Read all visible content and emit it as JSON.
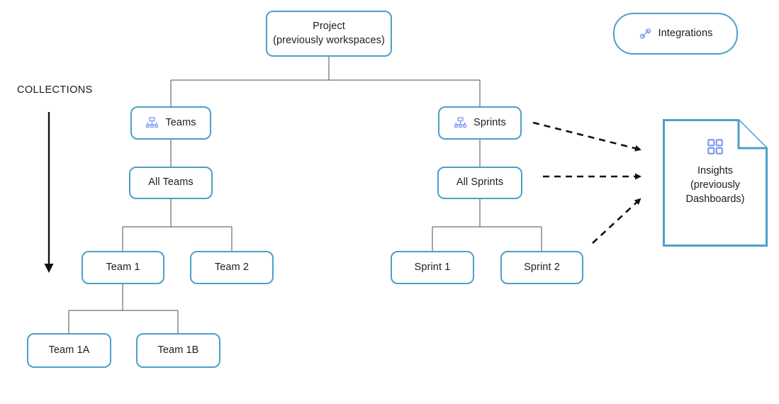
{
  "diagram": {
    "title": "Project hierarchy and collections diagram",
    "colors": {
      "node_border": "#4d9fc8",
      "connector": "#4d4d4d",
      "dashed_arrow": "#111111",
      "icon_blue": "#7b9cf0",
      "text": "#1d1d1d",
      "background": "#ffffff"
    },
    "annotation": {
      "collections_label": "COLLECTIONS",
      "arrow_direction": "down"
    },
    "nodes": {
      "project": {
        "label": "Project\n(previously workspaces)",
        "shape": "rounded-rect"
      },
      "integrations": {
        "label": "Integrations",
        "icon": "link-icon",
        "shape": "pill"
      },
      "teams": {
        "label": "Teams",
        "icon": "hierarchy-icon",
        "shape": "rounded-rect"
      },
      "sprints": {
        "label": "Sprints",
        "icon": "hierarchy-icon",
        "shape": "rounded-rect"
      },
      "all_teams": {
        "label": "All Teams",
        "shape": "rounded-rect"
      },
      "all_sprints": {
        "label": "All Sprints",
        "shape": "rounded-rect"
      },
      "team_1": {
        "label": "Team 1",
        "shape": "rounded-rect"
      },
      "team_2": {
        "label": "Team 2",
        "shape": "rounded-rect"
      },
      "sprint_1": {
        "label": "Sprint 1",
        "shape": "rounded-rect"
      },
      "sprint_2": {
        "label": "Sprint 2",
        "shape": "rounded-rect"
      },
      "team_1a": {
        "label": "Team 1A",
        "shape": "rounded-rect"
      },
      "team_1b": {
        "label": "Team 1B",
        "shape": "rounded-rect"
      },
      "insights": {
        "label": "Insights\n(previously\nDashboards)",
        "icon": "grid-dashboard-icon",
        "shape": "document"
      }
    },
    "edges": [
      {
        "from": "project",
        "to": "teams",
        "style": "solid"
      },
      {
        "from": "project",
        "to": "sprints",
        "style": "solid"
      },
      {
        "from": "teams",
        "to": "all_teams",
        "style": "solid"
      },
      {
        "from": "all_teams",
        "to": "team_1",
        "style": "solid"
      },
      {
        "from": "all_teams",
        "to": "team_2",
        "style": "solid"
      },
      {
        "from": "team_1",
        "to": "team_1a",
        "style": "solid"
      },
      {
        "from": "team_1",
        "to": "team_1b",
        "style": "solid"
      },
      {
        "from": "sprints",
        "to": "all_sprints",
        "style": "solid"
      },
      {
        "from": "all_sprints",
        "to": "sprint_1",
        "style": "solid"
      },
      {
        "from": "all_sprints",
        "to": "sprint_2",
        "style": "solid"
      },
      {
        "from": "sprints",
        "to": "insights",
        "style": "dashed-arrow"
      },
      {
        "from": "all_sprints",
        "to": "insights",
        "style": "dashed-arrow"
      },
      {
        "from": "sprint_2",
        "to": "insights",
        "style": "dashed-arrow"
      }
    ]
  }
}
